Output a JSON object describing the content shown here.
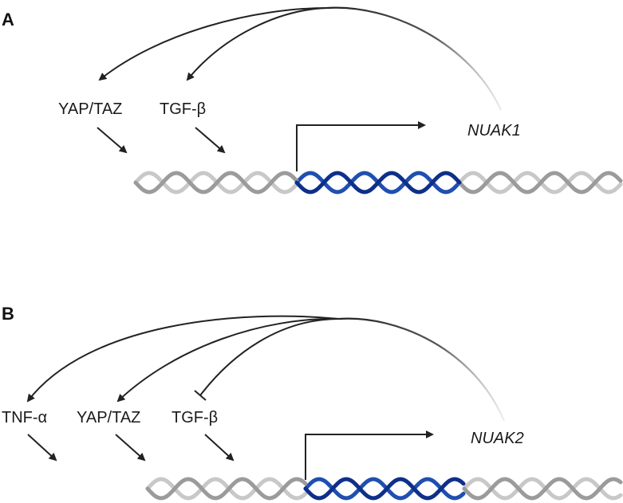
{
  "panel_a": {
    "letter": "A",
    "gene": "NUAK1",
    "regulators": [
      "YAP/TAZ",
      "TGF-β"
    ],
    "feedback": [
      {
        "target": "YAP/TAZ",
        "effect": "activation"
      },
      {
        "target": "TGF-β",
        "effect": "activation"
      }
    ]
  },
  "panel_b": {
    "letter": "B",
    "gene": "NUAK2",
    "regulators": [
      "TNF-α",
      "YAP/TAZ",
      "TGF-β"
    ],
    "feedback": [
      {
        "target": "TNF-α",
        "effect": "activation"
      },
      {
        "target": "YAP/TAZ",
        "effect": "activation"
      },
      {
        "target": "TGF-β",
        "effect": "inhibition"
      }
    ]
  },
  "colors": {
    "arrow": "#222222",
    "dna_gene": "#0e2f8a",
    "dna_gene_back": "#1f4fb0",
    "dna_flank": "#9b9b9b",
    "dna_flank_back": "#c8c8c8"
  }
}
